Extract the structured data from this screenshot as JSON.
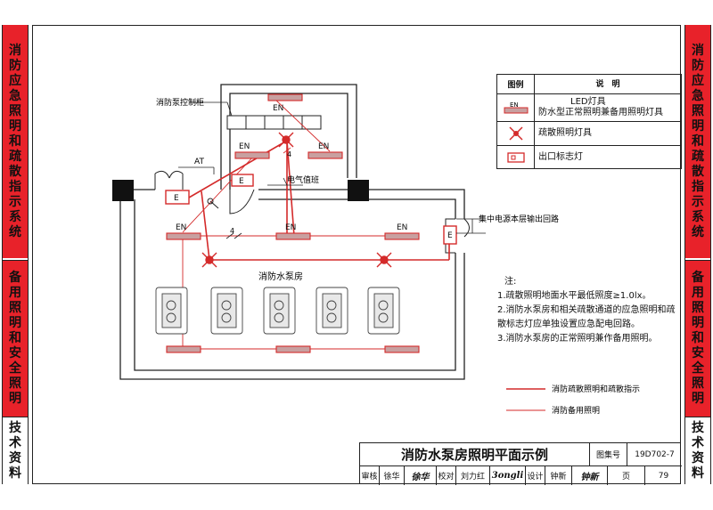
{
  "side_left": {
    "top_band": "消防应急照明和疏散指示系统",
    "middle_band": "备用照明和安全照明",
    "bottom_band": "技术资料"
  },
  "side_right": {
    "top_band": "消防应急照明和疏散指示系统",
    "middle_band": "备用照明和安全照明",
    "bottom_band": "技术资料"
  },
  "plan": {
    "labels": {
      "pump_control_cabinet": "消防泵控制柜",
      "electrical_shaft": "电气值班",
      "pump_room": "消防水泵房",
      "power_source": "集中电源本层输出回路",
      "at": "AT",
      "e": "E",
      "en": "EN",
      "circuit_4": "4"
    }
  },
  "legend": {
    "header_symbol": "图例",
    "header_desc": "说　明",
    "rows": [
      {
        "symbol": "EN",
        "desc1": "LED灯具",
        "desc2": "防水型正常照明兼备用照明灯具"
      },
      {
        "symbol": "cross",
        "desc1": "疏散照明灯具",
        "desc2": ""
      },
      {
        "symbol": "exit",
        "desc1": "出口标志灯",
        "desc2": ""
      }
    ]
  },
  "notes": {
    "title": "注:",
    "items": [
      "1.疏散照明地面水平最低照度≥1.0lx。",
      "2.消防水泵房和相关疏散通道的应急照明和疏",
      "   散标志灯应单独设置应急配电回路。",
      "3.消防水泵房的正常照明兼作备用照明。"
    ]
  },
  "line_legend": {
    "thick": "消防疏散照明和疏散指示",
    "thin": "消防备用照明"
  },
  "title_block": {
    "title": "消防水泵房照明平面示例",
    "atlas_label": "图集号",
    "atlas_no": "19D702-7",
    "review_label": "审核",
    "reviewer": "徐华",
    "reviewer_sig": "徐华",
    "check_label": "校对",
    "checker": "刘力红",
    "checker_sig": "3ongli",
    "design_label": "设计",
    "designer": "钟新",
    "designer_sig": "钟新",
    "page_label": "页",
    "page_no": "79"
  },
  "colors": {
    "accent_red": "#e8222a",
    "fixture_fill": "#c8a0a0",
    "line_red": "#d42a2a"
  }
}
